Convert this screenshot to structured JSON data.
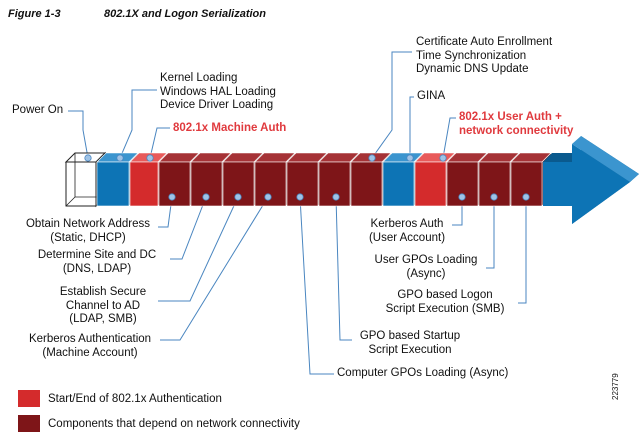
{
  "figure": {
    "number": "Figure 1-3",
    "title": "802.1X and Logon Serialization",
    "id": "223779"
  },
  "colors": {
    "blue": "#0d74b5",
    "blue_dark": "#0a5a8e",
    "red": "#d42b2c",
    "red_dark": "#8b1f22",
    "dark_red": "#7e1518",
    "line": "#4a86c0"
  },
  "top_labels": {
    "power_on": "Power On",
    "kernel": [
      "Kernel Loading",
      "Windows HAL Loading",
      "Device Driver Loading"
    ],
    "machine_auth": "802.1x Machine Auth",
    "certificate": [
      "Certificate Auto Enrollment",
      "Time Synchronization",
      "Dynamic DNS Update"
    ],
    "gina": "GINA",
    "user_auth": [
      "802.1x User Auth +",
      "network connectivity"
    ]
  },
  "bottom_labels": {
    "network_address": [
      "Obtain Network Address",
      "(Static, DHCP)"
    ],
    "site_dc": [
      "Determine Site and DC",
      "(DNS, LDAP)"
    ],
    "secure_channel": [
      "Establish Secure",
      "Channel to AD",
      "(LDAP, SMB)"
    ],
    "kerberos_machine": [
      "Kerberos Authentication",
      "(Machine Account)"
    ],
    "computer_gpo": "Computer GPOs Loading (Async)",
    "gpo_startup": [
      "GPO based Startup",
      "Script Execution"
    ],
    "kerberos_user": [
      "Kerberos Auth",
      "(User Account)"
    ],
    "user_gpo": [
      "User GPOs Loading",
      "(Async)"
    ],
    "logon_script": [
      "GPO based Logon",
      "Script Execution (SMB)"
    ]
  },
  "legend": {
    "items": [
      {
        "label": "Start/End of 802.1x Authentication",
        "color": "#d42b2c"
      },
      {
        "label": "Components that depend on network connectivity",
        "color": "#7e1518"
      }
    ]
  }
}
